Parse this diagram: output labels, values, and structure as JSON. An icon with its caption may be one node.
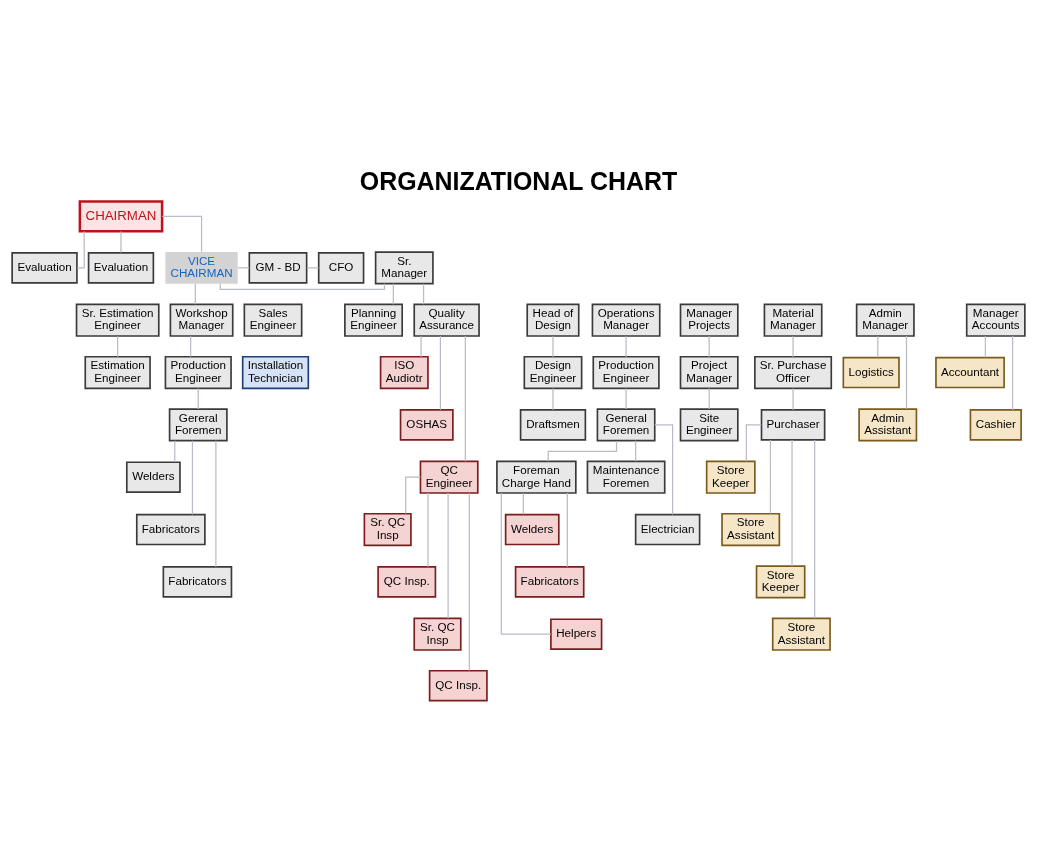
{
  "diagram": {
    "title": "ORGANIZATIONAL CHART",
    "nodes": [
      {
        "text": [
          "CHAIRMAN"
        ]
      },
      {
        "text": [
          "Evaluation"
        ]
      },
      {
        "text": [
          "Evaluation"
        ]
      },
      {
        "text": [
          "Sr. Manager"
        ]
      },
      {
        "text": [
          "VICE CHAIRMAN"
        ]
      },
      {
        "text": [
          "GM - BD"
        ]
      },
      {
        "text": [
          "CFO"
        ]
      },
      {
        "text": [
          "Planning Engineer"
        ]
      },
      {
        "text": [
          "Quality Assurance"
        ]
      },
      {
        "text": [
          "Sr. Estimation Engineer"
        ]
      },
      {
        "text": [
          "Head of Design"
        ]
      },
      {
        "text": [
          "Operations Manager"
        ]
      },
      {
        "text": [
          "Workshop Manager"
        ]
      },
      {
        "text": [
          "Manager Projects"
        ]
      },
      {
        "text": [
          "Material Manager"
        ]
      },
      {
        "text": [
          "Admin Manager"
        ]
      },
      {
        "text": [
          "Sales Engineer"
        ]
      },
      {
        "text": [
          "Manager Accounts"
        ]
      },
      {
        "text": [
          "ISO Audiotr"
        ]
      },
      {
        "text": [
          "OSHAS"
        ]
      },
      {
        "text": [
          "QC Engineer"
        ]
      },
      {
        "text": [
          "Estimation Engineer"
        ]
      },
      {
        "text": [
          "Design Engineer"
        ]
      },
      {
        "text": [
          "Production Engineer"
        ]
      },
      {
        "text": [
          "Production Engineer"
        ]
      },
      {
        "text": [
          "Project Manager"
        ]
      },
      {
        "text": [
          "Sr. Purchase Officer"
        ]
      },
      {
        "text": [
          "Logistics"
        ]
      },
      {
        "text": [
          "Admin Assistant"
        ]
      },
      {
        "text": [
          "Accountant"
        ]
      },
      {
        "text": [
          "Cashier"
        ]
      },
      {
        "text": [
          "Draftsmen"
        ]
      },
      {
        "text": [
          "General Foremen"
        ]
      },
      {
        "text": [
          "Gereral Foremen"
        ]
      },
      {
        "text": [
          "Site Engineer"
        ]
      },
      {
        "text": [
          "Purchaser"
        ]
      },
      {
        "text": [
          "Installation Technician"
        ]
      },
      {
        "text": [
          "Sr. QC Insp"
        ]
      },
      {
        "text": [
          "QC Insp."
        ]
      },
      {
        "text": [
          "Sr. QC Insp"
        ]
      },
      {
        "text": [
          "QC Insp."
        ]
      },
      {
        "text": [
          "Foreman Charge Hand"
        ]
      },
      {
        "text": [
          "Welders"
        ]
      },
      {
        "text": [
          "Fabricators"
        ]
      },
      {
        "text": [
          "Helpers"
        ]
      },
      {
        "text": [
          "Welders"
        ]
      },
      {
        "text": [
          "Fabricators"
        ]
      },
      {
        "text": [
          "Fabricators"
        ]
      },
      {
        "text": [
          "Store Keeper"
        ]
      },
      {
        "text": [
          "Store Assistant"
        ]
      },
      {
        "text": [
          "Store Keeper"
        ]
      },
      {
        "text": [
          "Store Assistant"
        ]
      },
      {
        "text": [
          "Maintenance Foremen"
        ]
      },
      {
        "text": [
          "Electrician"
        ]
      }
    ],
    "edges": [
      {
        "from": 0,
        "to": 1,
        "arrow": "none"
      },
      {
        "from": 0,
        "to": 2,
        "arrow": "none"
      },
      {
        "from": 0,
        "to": 4,
        "arrow": "none"
      },
      {
        "from": 4,
        "to": 3,
        "arrow": "none"
      },
      {
        "from": 4,
        "to": 5,
        "arrow": "none"
      },
      {
        "from": 5,
        "to": 6,
        "arrow": "none"
      },
      {
        "from": 3,
        "to": 7,
        "arrow": "none"
      },
      {
        "from": 3,
        "to": 8,
        "arrow": "none"
      },
      {
        "from": 4,
        "to": 12,
        "arrow": "none"
      },
      {
        "from": 8,
        "to": 18,
        "arrow": "none"
      },
      {
        "from": 8,
        "to": 19,
        "arrow": "none"
      },
      {
        "from": 8,
        "to": 20,
        "arrow": "none"
      },
      {
        "from": 9,
        "to": 21,
        "arrow": "none"
      },
      {
        "from": 10,
        "to": 22,
        "arrow": "none"
      },
      {
        "from": 11,
        "to": 23,
        "arrow": "none"
      },
      {
        "from": 12,
        "to": 24,
        "arrow": "none"
      },
      {
        "from": 13,
        "to": 25,
        "arrow": "none"
      },
      {
        "from": 14,
        "to": 26,
        "arrow": "none"
      },
      {
        "from": 15,
        "to": 27,
        "arrow": "none"
      },
      {
        "from": 15,
        "to": 28,
        "arrow": "none"
      },
      {
        "from": 17,
        "to": 29,
        "arrow": "none"
      },
      {
        "from": 17,
        "to": 30,
        "arrow": "none"
      },
      {
        "from": 22,
        "to": 31,
        "arrow": "none"
      },
      {
        "from": 23,
        "to": 32,
        "arrow": "none"
      },
      {
        "from": 24,
        "to": 33,
        "arrow": "none"
      },
      {
        "from": 25,
        "to": 34,
        "arrow": "none"
      },
      {
        "from": 26,
        "to": 35,
        "arrow": "none"
      },
      {
        "from": 20,
        "to": 37,
        "arrow": "none"
      },
      {
        "from": 20,
        "to": 38,
        "arrow": "none"
      },
      {
        "from": 20,
        "to": 39,
        "arrow": "none"
      },
      {
        "from": 20,
        "to": 40,
        "arrow": "none"
      },
      {
        "from": 32,
        "to": 41,
        "arrow": "none"
      },
      {
        "from": 41,
        "to": 42,
        "arrow": "none"
      },
      {
        "from": 41,
        "to": 43,
        "arrow": "none"
      },
      {
        "from": 41,
        "to": 44,
        "arrow": "none"
      },
      {
        "from": 33,
        "to": 45,
        "arrow": "none"
      },
      {
        "from": 33,
        "to": 46,
        "arrow": "none"
      },
      {
        "from": 33,
        "to": 47,
        "arrow": "none"
      },
      {
        "from": 35,
        "to": 48,
        "arrow": "none"
      },
      {
        "from": 35,
        "to": 49,
        "arrow": "none"
      },
      {
        "from": 35,
        "to": 50,
        "arrow": "none"
      },
      {
        "from": 35,
        "to": 51,
        "arrow": "none"
      },
      {
        "from": 32,
        "to": 52,
        "arrow": "none"
      },
      {
        "from": 32,
        "to": 53,
        "arrow": "none"
      }
    ]
  }
}
